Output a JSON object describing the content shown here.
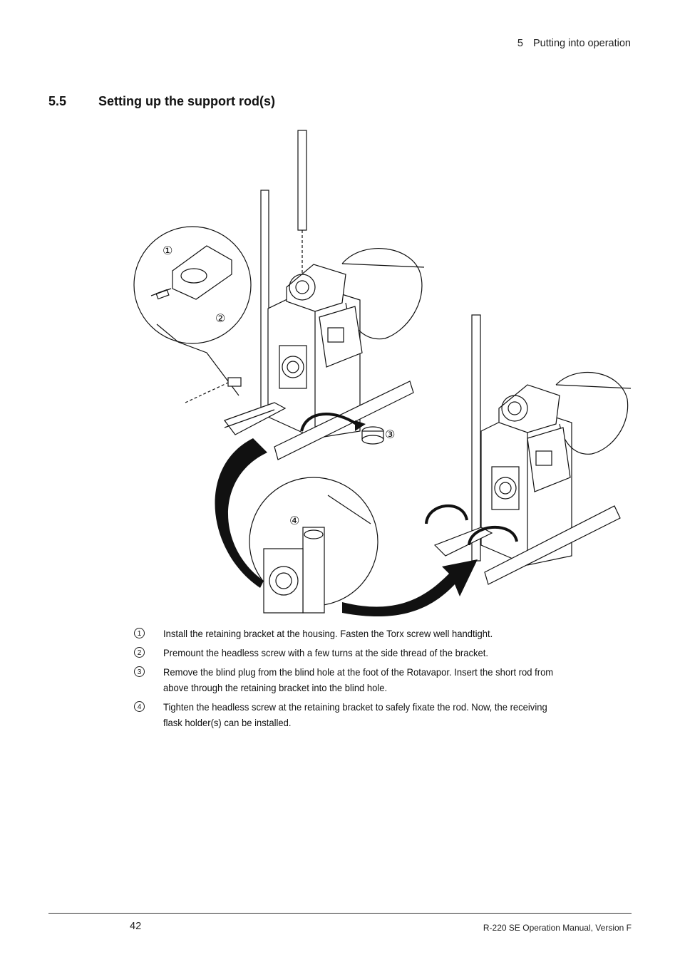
{
  "header": {
    "chapter_number": "5",
    "chapter_title": "Putting into operation"
  },
  "section": {
    "number": "5.5",
    "title": "Setting up the support rod(s)"
  },
  "figure": {
    "callouts": [
      "①",
      "②",
      "③",
      "④"
    ]
  },
  "steps": [
    {
      "marker": "1",
      "text": "Install the retaining bracket at the housing. Fasten the Torx screw well handtight."
    },
    {
      "marker": "2",
      "text": "Premount the headless screw with a few turns at the side thread of the bracket."
    },
    {
      "marker": "3",
      "text": "Remove the blind plug from the blind hole at the foot of the Rotavapor. Insert the short rod from above through the retaining bracket into the blind hole."
    },
    {
      "marker": "4",
      "text": "Tighten the headless screw at the retaining bracket to safely fixate the rod. Now, the receiving flask holder(s) can be installed."
    }
  ],
  "footer": {
    "page_number": "42",
    "document_title": "R-220 SE Operation Manual, Version F"
  }
}
